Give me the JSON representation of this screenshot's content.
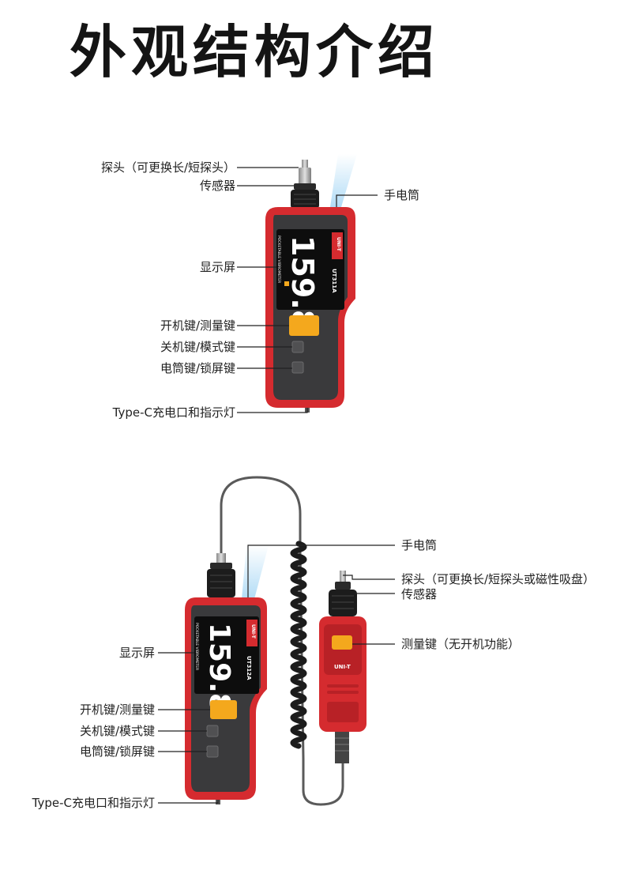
{
  "title": "外观结构介绍",
  "device_top": {
    "brand": "UNI-T",
    "model": "UT311A",
    "reading": "159.8",
    "side_text": "POCKETABLE VIBROMETER",
    "labels": {
      "probe": "探头（可更换长/短探头）",
      "sensor": "传感器",
      "flashlight": "手电筒",
      "display": "显示屏",
      "power_measure": "开机键/测量键",
      "off_mode": "关机键/模式键",
      "light_lock": "电筒键/锁屏键",
      "typec": "Type-C充电口和指示灯"
    }
  },
  "device_bottom": {
    "brand": "UNI-T",
    "model": "UT312A",
    "reading": "159.8",
    "side_text": "POCKETABLE VIBROMETER",
    "labels": {
      "flashlight": "手电筒",
      "probe": "探头（可更换长/短探头或磁性吸盘）",
      "sensor": "传感器",
      "display": "显示屏",
      "measure_key": "测量键（无开机功能）",
      "power_measure": "开机键/测量键",
      "off_mode": "关机键/模式键",
      "light_lock": "电筒键/锁屏键",
      "typec": "Type-C充电口和指示灯"
    }
  },
  "colors": {
    "body_red": "#d52b2f",
    "face_dark": "#3a3a3c",
    "button_yellow": "#f4a81d",
    "leader": "#222222"
  }
}
